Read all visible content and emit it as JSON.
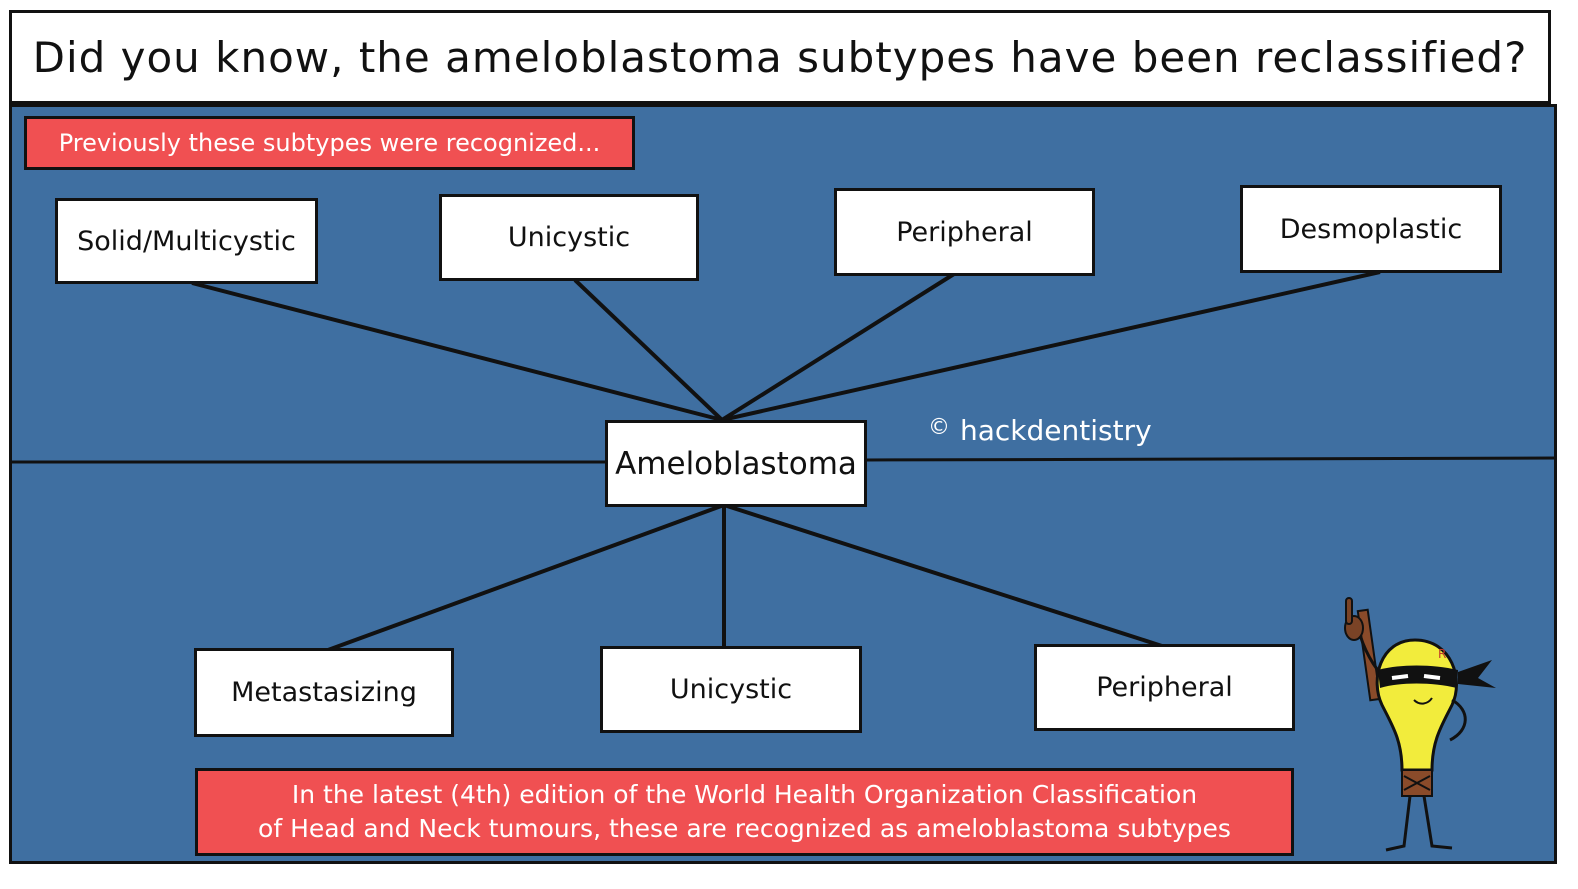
{
  "title": "Did you know, the ameloblastoma subtypes have been reclassified?",
  "previous_label": "Previously these subtypes were recognized...",
  "center_node": "Ameloblastoma",
  "previous_subtypes": [
    "Solid/Multicystic",
    "Unicystic",
    "Peripheral",
    "Desmoplastic"
  ],
  "current_subtypes": [
    "Metastasizing",
    "Unicystic",
    "Peripheral"
  ],
  "credit": {
    "symbol": "©",
    "name": "hackdentistry"
  },
  "footer": {
    "line1": "In the latest (4th) edition of the World Health Organization Classification",
    "line2": "of Head and Neck tumours, these are recognized as ameloblastoma subtypes"
  },
  "colors": {
    "panel": "#3f6fa1",
    "banner": "#f05052",
    "bulb": "#f2ec3c"
  }
}
